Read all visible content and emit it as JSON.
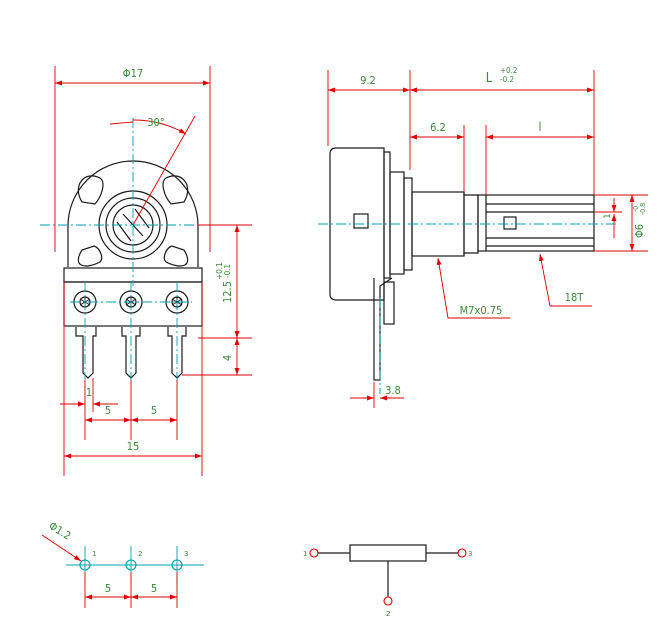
{
  "front_view": {
    "diameter_label": "Φ17",
    "angle_label": "30°",
    "height_label": "12.5",
    "height_tol_upper": "+0.1",
    "height_tol_lower": "-0.1",
    "pin_length_label": "4",
    "pin_width_label": "1",
    "pitch_left_label": "5",
    "pitch_right_label": "5",
    "total_width_label": "15"
  },
  "side_view": {
    "body_depth_label": "9.2",
    "total_length_label": "L",
    "total_length_tol_upper": "+0.2",
    "total_length_tol_lower": "-0.2",
    "bushing_label": "6.2",
    "shaft_label": "l",
    "slot_label": "1",
    "shaft_diameter_label": "Φ6",
    "shaft_diameter_tol_upper": "-0",
    "shaft_diameter_tol_lower": "-0.8",
    "thread_label": "M7x0.75",
    "knurl_label": "18T",
    "terminal_thickness_label": "3.8"
  },
  "pcb_layout": {
    "hole_label": "Φ1.2",
    "pin_numbers": [
      "1",
      "2",
      "3"
    ],
    "pitch_left_label": "5",
    "pitch_right_label": "5"
  },
  "schematic": {
    "pin_numbers": [
      "1",
      "2",
      "3"
    ]
  }
}
